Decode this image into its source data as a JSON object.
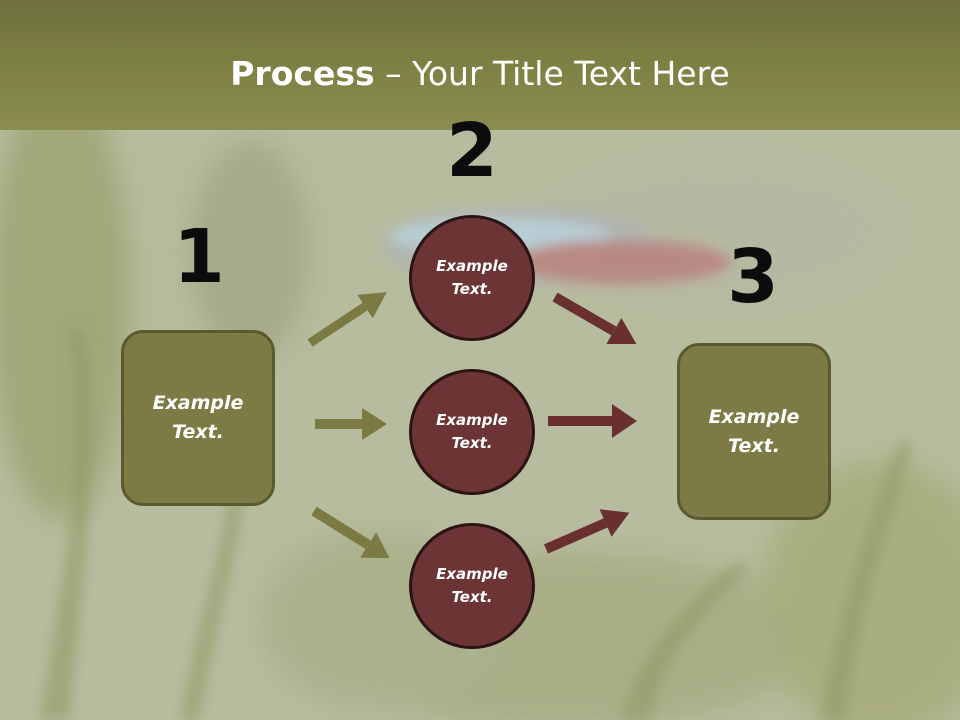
{
  "title": {
    "bold": "Process",
    "rest": " – Your Title Text Here"
  },
  "steps": [
    {
      "number": "1",
      "text": "Example\nText."
    },
    {
      "number": "2",
      "text": "Example\nText."
    },
    {
      "number": "3",
      "text": "Example\nText."
    }
  ],
  "circles": [
    {
      "text": "Example\nText."
    },
    {
      "text": "Example\nText."
    },
    {
      "text": "Example\nText."
    }
  ],
  "colors": {
    "header": "#7f8244",
    "box_fill": "#7c7a45",
    "circle_fill": "#6c3434",
    "arrow_olive": "#7a7a42",
    "arrow_maroon": "#6a3030"
  }
}
